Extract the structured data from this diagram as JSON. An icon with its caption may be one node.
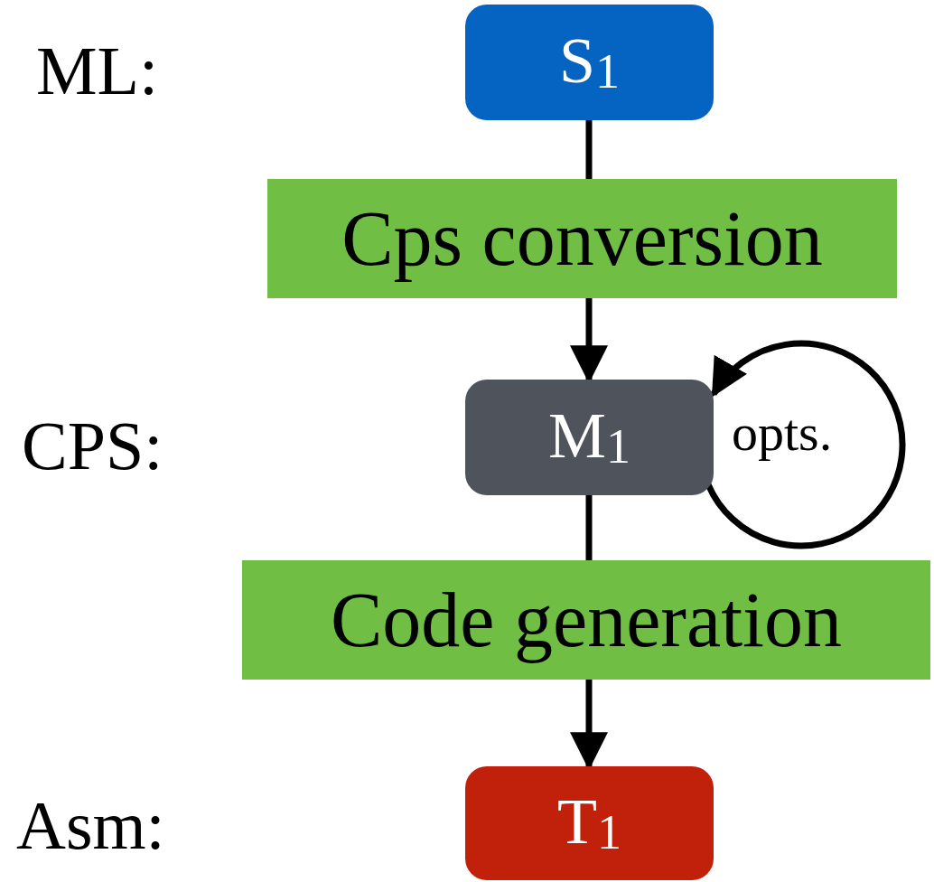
{
  "diagram": {
    "nodes": [
      {
        "text": [
          "S$_{1}$"
        ]
      },
      {
        "text": [
          "Cps conversion"
        ]
      },
      {
        "text": [
          "M$_{1}$"
        ]
      },
      {
        "text": [
          "Code generation"
        ]
      },
      {
        "text": [
          "T$_{1}$"
        ]
      }
    ],
    "edges": [
      {
        "from": 0,
        "to": 1,
        "arrow": "none"
      },
      {
        "from": 1,
        "to": 2,
        "arrow": "to"
      },
      {
        "from": 2,
        "to": 3,
        "arrow": "none"
      },
      {
        "from": 3,
        "to": 4,
        "arrow": "to"
      },
      {
        "from": 2,
        "to": 2,
        "arrow": "to",
        "label": "opts."
      }
    ],
    "labels": [
      "ML:",
      "CPS:",
      "Asm:"
    ]
  }
}
